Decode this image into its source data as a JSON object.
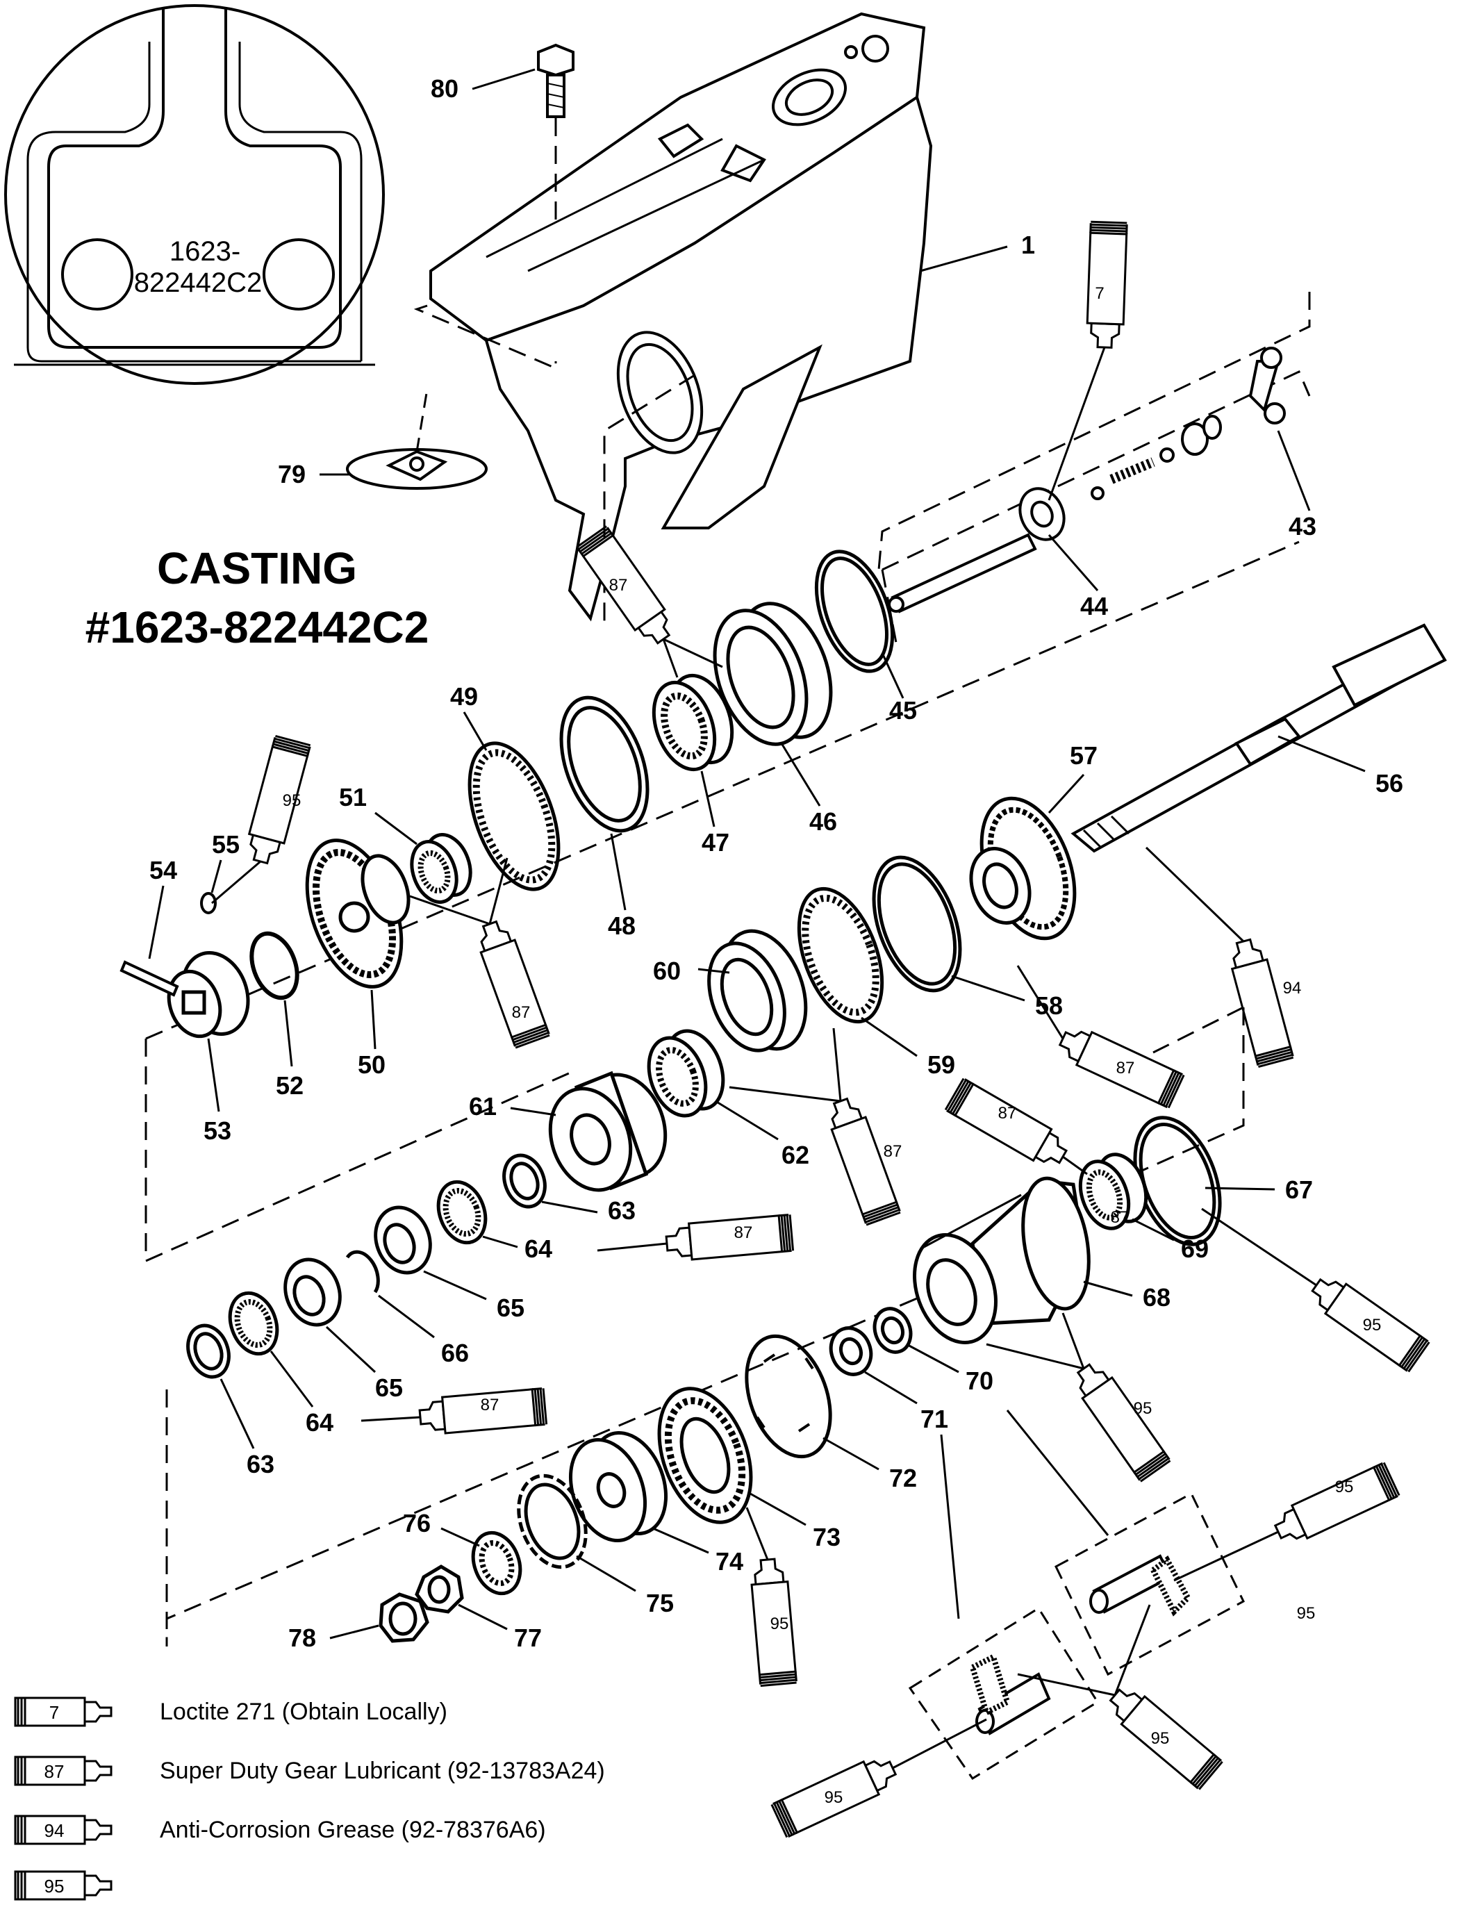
{
  "casting": {
    "title_line1": "CASTING",
    "title_line2": "#1623-822442C2",
    "inset_line1": "1623-",
    "inset_line2": "822442C2"
  },
  "callouts": [
    "1",
    "7",
    "43",
    "44",
    "45",
    "46",
    "47",
    "48",
    "49",
    "50",
    "51",
    "52",
    "53",
    "54",
    "55",
    "56",
    "57",
    "58",
    "59",
    "60",
    "61",
    "62",
    "63",
    "64",
    "65",
    "66",
    "67",
    "68",
    "69",
    "70",
    "71",
    "72",
    "73",
    "74",
    "75",
    "76",
    "77",
    "78",
    "79",
    "80"
  ],
  "tubes": [
    "7",
    "87",
    "87",
    "87",
    "87",
    "87",
    "87",
    "87",
    "87",
    "94",
    "95",
    "95",
    "95",
    "95",
    "95",
    "95",
    "95",
    "95"
  ],
  "legend": [
    {
      "num": "7",
      "text": "Loctite 271 (Obtain Locally)"
    },
    {
      "num": "87",
      "text": "Super Duty Gear Lubricant (92-13783A24)"
    },
    {
      "num": "94",
      "text": "Anti-Corrosion Grease (92-78376A6)"
    },
    {
      "num": "95",
      "text": ""
    }
  ]
}
